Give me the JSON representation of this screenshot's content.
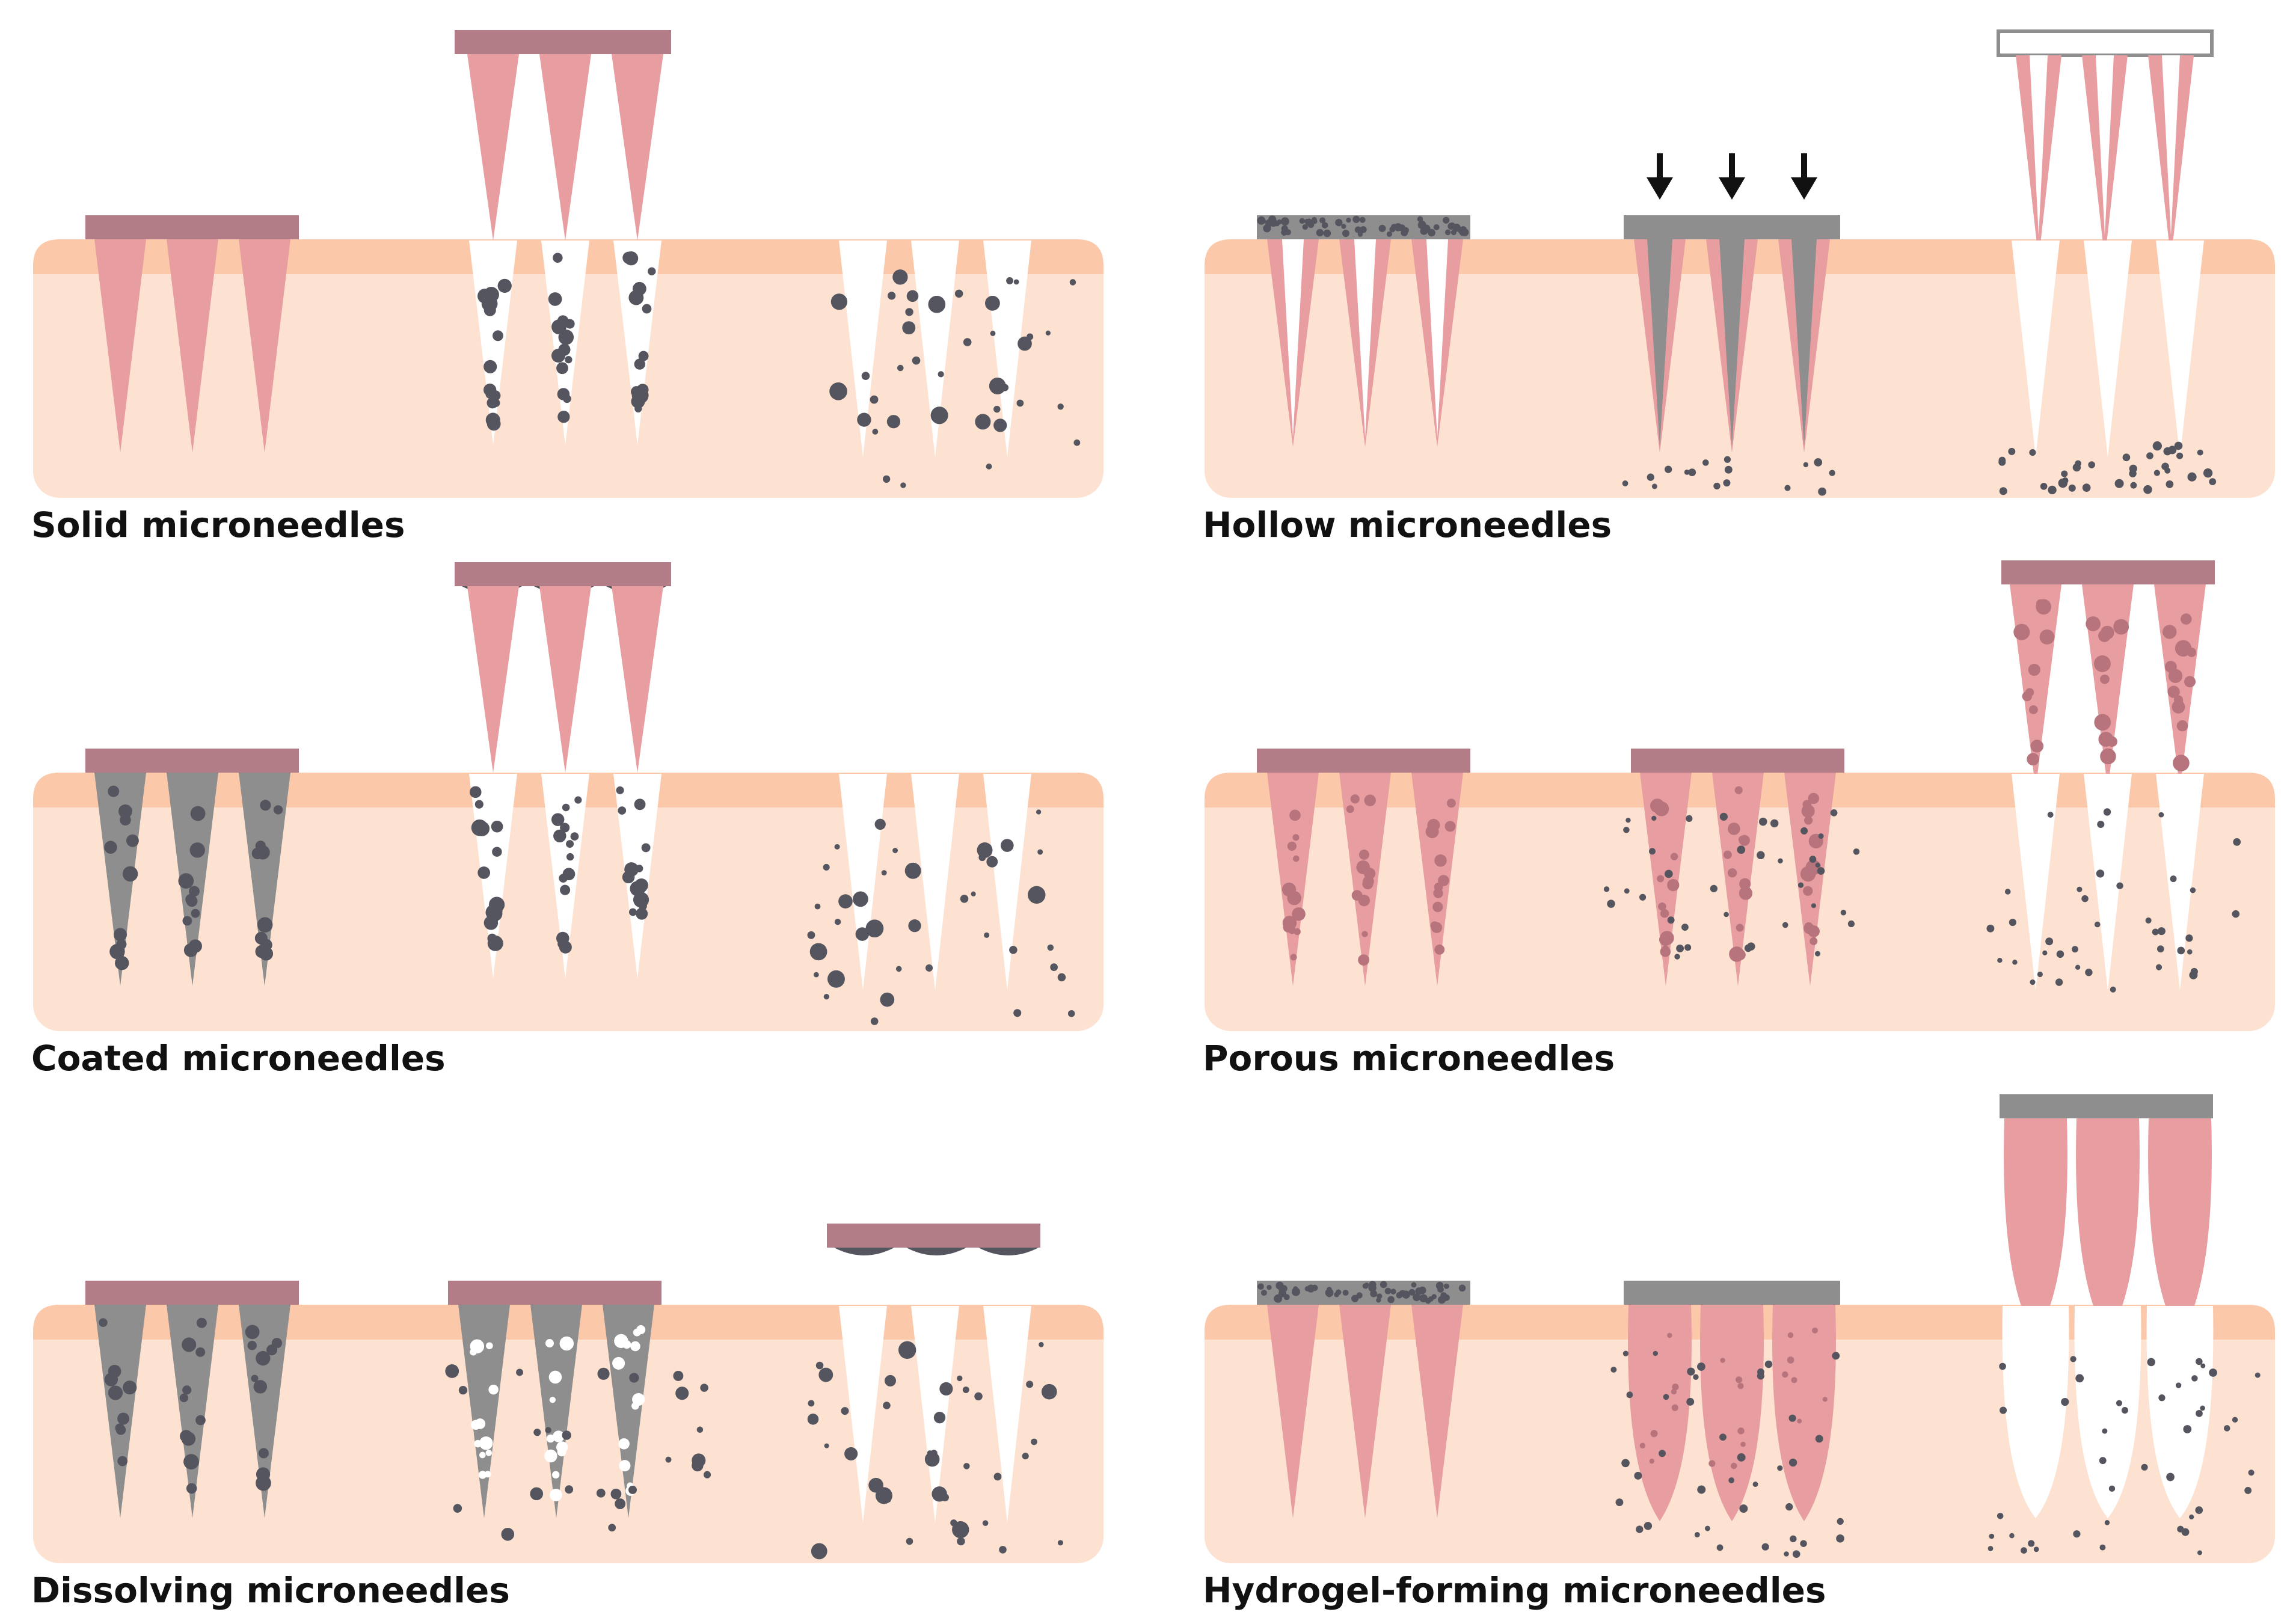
{
  "colors": {
    "skin": "#fde2d2",
    "skin_top": "#fcc8aa",
    "needle": "#e89da0",
    "base": "#b27d87",
    "grey": "#8e8e8e",
    "particle": "#55555f",
    "white": "#ffffff",
    "arrow": "#111111",
    "caption": "#111111"
  },
  "panels": [
    {
      "id": "solid",
      "label": "Solid microneedles"
    },
    {
      "id": "hollow",
      "label": "Hollow microneedles"
    },
    {
      "id": "coated",
      "label": "Coated microneedles"
    },
    {
      "id": "porous",
      "label": "Porous microneedles"
    },
    {
      "id": "dissolving",
      "label": "Dissolving microneedles"
    },
    {
      "id": "hydrogel",
      "label": "Hydrogel-forming microneedles"
    }
  ]
}
